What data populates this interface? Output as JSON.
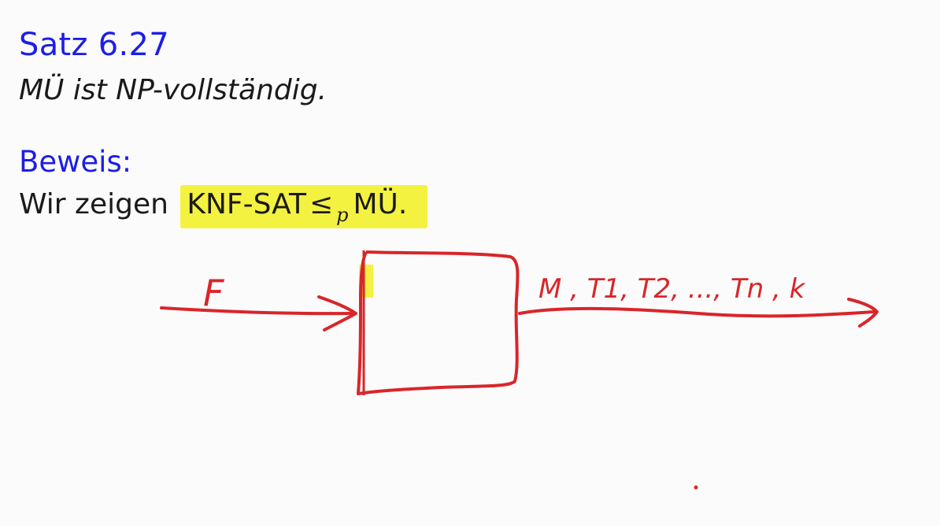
{
  "theorem": {
    "title": "Satz 6.27",
    "statement": "MÜ ist NP-vollständig."
  },
  "proof": {
    "title": "Beweis:",
    "lead": "Wir zeigen",
    "highlight_left": "KNF-SAT",
    "relation_symbol": "≤",
    "relation_subscript": "p",
    "highlight_right": "MÜ."
  },
  "sketch": {
    "input_label": "F",
    "output_label": "M , T1, T2, ..., Tn , k",
    "ink_color": "#d8262a",
    "highlight_color": "#f4f240",
    "title_color": "#1c1ee6"
  }
}
